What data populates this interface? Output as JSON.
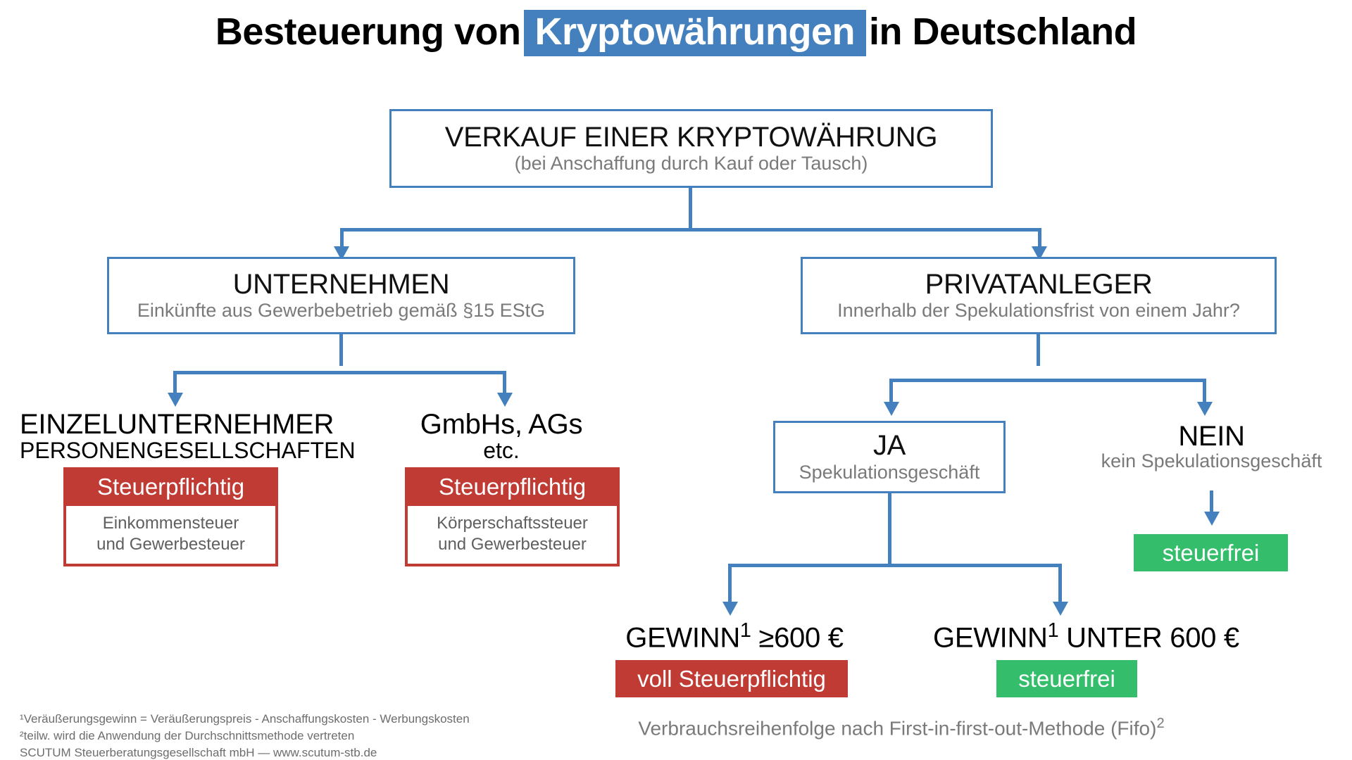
{
  "title": {
    "before": "Besteuerung von",
    "highlight": "Kryptowährungen",
    "after": "in Deutschland",
    "highlight_color": "#4380bd"
  },
  "colors": {
    "blue": "#4380bd",
    "red": "#bf3b34",
    "green": "#34bd6a",
    "grey_text": "#7a7a7a"
  },
  "root": {
    "title": "VERKAUF EINER KRYPTOWÄHRUNG",
    "subtitle": "(bei Anschaffung durch Kauf oder Tausch)"
  },
  "branch_left": {
    "title": "UNTERNEHMEN",
    "subtitle": "Einkünfte aus Gewerbebetrieb gemäß §15 EStG"
  },
  "branch_right": {
    "title": "PRIVATANLEGER",
    "subtitle": "Innerhalb der Spekulationsfrist von einem Jahr?"
  },
  "einzelunternehmer": {
    "line1": "EINZELUNTERNEHMER",
    "line2": "PERSONENGESELLSCHAFTEN",
    "card_head": "Steuerpflichtig",
    "card_body_line1": "Einkommensteuer",
    "card_body_line2": "und Gewerbesteuer"
  },
  "kapitalgesellschaften": {
    "line1": "GmbHs, AGs",
    "line2": "etc.",
    "card_head": "Steuerpflichtig",
    "card_body_line1": "Körperschaftssteuer",
    "card_body_line2": "und Gewerbesteuer"
  },
  "ja": {
    "title": "JA",
    "subtitle": "Spekulationsgeschäft"
  },
  "nein": {
    "title": "NEIN",
    "subtitle": "kein Spekulationsgeschäft",
    "result": "steuerfrei"
  },
  "gewinn_ab": {
    "label_pre": "GEWINN",
    "label_sup": "1",
    "label_post": " ≥600 €",
    "result": "voll Steuerpflichtig"
  },
  "gewinn_unter": {
    "label_pre": "GEWINN",
    "label_sup": "1",
    "label_post": " UNTER 600 €",
    "result": "steuerfrei"
  },
  "footnotes": {
    "line1": "¹Veräußerungsgewinn = Veräußerungspreis - Anschaffungskosten - Werbungskosten",
    "line2": "²teilw. wird die Anwendung der Durchschnittsmethode vertreten",
    "line3": "SCUTUM Steuerberatungsgesellschaft mbH — www.scutum-stb.de"
  },
  "fifo_note": {
    "text_pre": "Verbrauchsreihenfolge nach First-in-first-out-Methode (Fifo)",
    "text_sup": "2"
  }
}
